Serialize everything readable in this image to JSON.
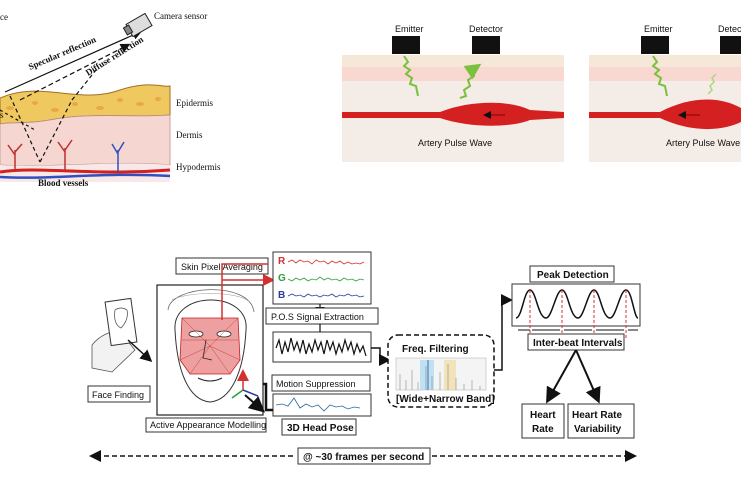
{
  "skin_diagram": {
    "labels": {
      "left_cut": "ce",
      "left_cut2": "s",
      "camera_sensor": "Camera sensor",
      "specular_reflection": "Specular reflection",
      "diffuse_reflection": "Diffuse reflection",
      "epidermis": "Epidermis",
      "dermis": "Dermis",
      "hypodermis": "Hypodermis",
      "blood_vessels": "Blood vessels"
    }
  },
  "ppg_panels": [
    {
      "emitter": "Emitter",
      "detector": "Detector",
      "caption": "Artery Pulse Wave"
    },
    {
      "emitter": "Emitter",
      "detector": "Detec",
      "caption": "Artery Pulse Wave"
    }
  ],
  "pipeline": {
    "skin_pixel_averaging": "Skin Pixel Averaging",
    "channel_r": "R",
    "channel_g": "G",
    "channel_b": "B",
    "pos_extraction": "P.O.S Signal Extraction",
    "motion_suppression": "Motion Suppression",
    "head_pose": "3D Head Pose",
    "face_finding": "Face Finding",
    "active_appearance": "Active Appearance Modelling",
    "freq_filtering": "Freq. Filtering",
    "wide_narrow": "[Wide+Narrow Band]",
    "peak_detection": "Peak Detection",
    "interbeat": "Inter-beat Intervals",
    "heart_rate_1": "Heart",
    "heart_rate_2": "Rate",
    "hrv_1": "Heart Rate",
    "hrv_2": "Variability",
    "fps": "@ ~30 frames per second"
  },
  "colors": {
    "epidermis": "#f0c860",
    "dermis": "#f6d6d0",
    "hypodermis": "#f8e8e8",
    "vessel": "#d42020",
    "wave_green": "#7cc040",
    "signal_red": "#d33030",
    "signal_green": "#2e9e3e",
    "signal_blue": "#2a3c9e",
    "face_overlay": "#e05050"
  }
}
